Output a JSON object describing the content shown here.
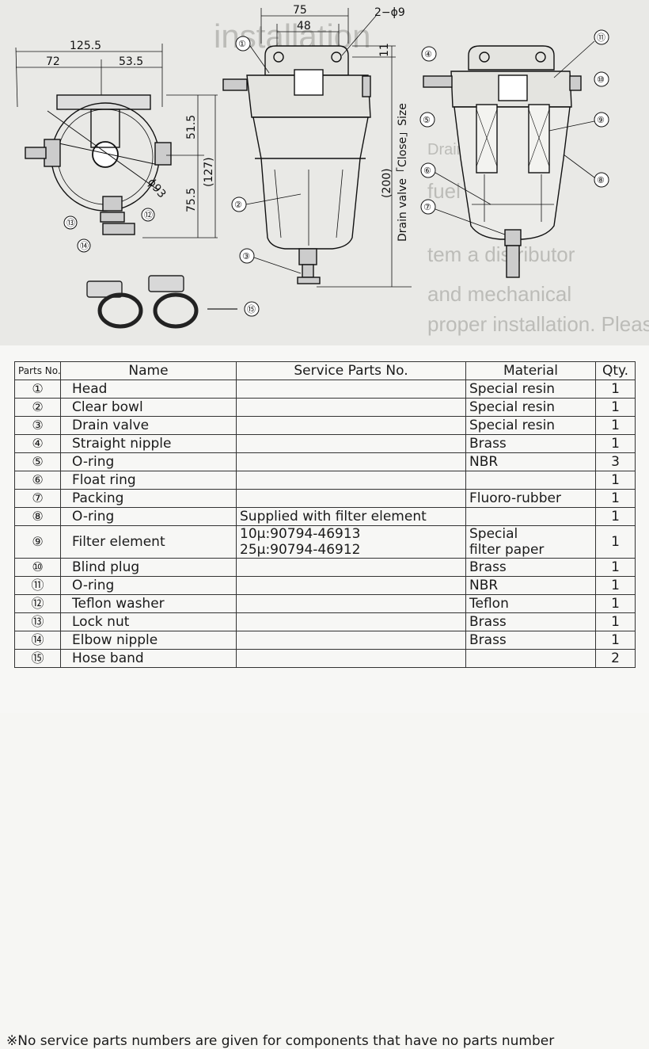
{
  "drawing": {
    "background_text": [
      "installation",
      "Drain valve plate",
      "fuel tank the",
      "tem a distributor",
      "and mechanical",
      "proper installation. Please"
    ],
    "left_view": {
      "dim_overall_width": "125.5",
      "dim_left": "72",
      "dim_right": "53.5",
      "dim_upper_height": "51.5",
      "dim_total_height": "(127)",
      "dim_lower_height": "75.5",
      "dim_diameter": "ϕ93"
    },
    "center_view": {
      "dim_mount_spacing": "75",
      "dim_bolt_spacing": "48",
      "dim_holes": "2−ϕ9",
      "dim_plate": "11",
      "dim_height": "(200)",
      "dim_height_note": "Drain valve「Close」Size"
    },
    "callouts": [
      "①",
      "②",
      "③",
      "④",
      "⑤",
      "⑥",
      "⑦",
      "⑧",
      "⑨",
      "⑩",
      "⑪",
      "⑫",
      "⑬",
      "⑭",
      "⑮"
    ]
  },
  "table": {
    "headers": {
      "parts_no": "Parts No.",
      "name": "Name",
      "service": "Service Parts No.",
      "material": "Material",
      "qty": "Qty."
    },
    "rows": [
      {
        "no": "①",
        "name": "Head",
        "service": "",
        "material": "Special resin",
        "qty": "1"
      },
      {
        "no": "②",
        "name": "Clear bowl",
        "service": "",
        "material": "Special resin",
        "qty": "1"
      },
      {
        "no": "③",
        "name": "Drain valve",
        "service": "",
        "material": "Special resin",
        "qty": "1"
      },
      {
        "no": "④",
        "name": "Straight nipple",
        "service": "",
        "material": "Brass",
        "qty": "1"
      },
      {
        "no": "⑤",
        "name": "O-ring",
        "service": "",
        "material": "NBR",
        "qty": "3"
      },
      {
        "no": "⑥",
        "name": "Float ring",
        "service": "",
        "material": "",
        "qty": "1"
      },
      {
        "no": "⑦",
        "name": "Packing",
        "service": "",
        "material": "Fluoro-rubber",
        "qty": "1"
      },
      {
        "no": "⑧",
        "name": "O-ring",
        "service": "Supplied with filter element",
        "material": "",
        "qty": "1"
      },
      {
        "no": "⑨",
        "name": "Filter element",
        "service": "10μ:90794-46913\n25μ:90794-46912",
        "material": "Special\nfilter paper",
        "qty": "1"
      },
      {
        "no": "⑩",
        "name": "Blind plug",
        "service": "",
        "material": "Brass",
        "qty": "1"
      },
      {
        "no": "⑪",
        "name": "O-ring",
        "service": "",
        "material": "NBR",
        "qty": "1"
      },
      {
        "no": "⑫",
        "name": "Teflon washer",
        "service": "",
        "material": "Teflon",
        "qty": "1"
      },
      {
        "no": "⑬",
        "name": "Lock nut",
        "service": "",
        "material": "Brass",
        "qty": "1"
      },
      {
        "no": "⑭",
        "name": "Elbow nipple",
        "service": "",
        "material": "Brass",
        "qty": "1"
      },
      {
        "no": "⑮",
        "name": "Hose band",
        "service": "",
        "material": "",
        "qty": "2"
      }
    ]
  },
  "footnote": "※No service parts numbers are given for components that have no parts number"
}
